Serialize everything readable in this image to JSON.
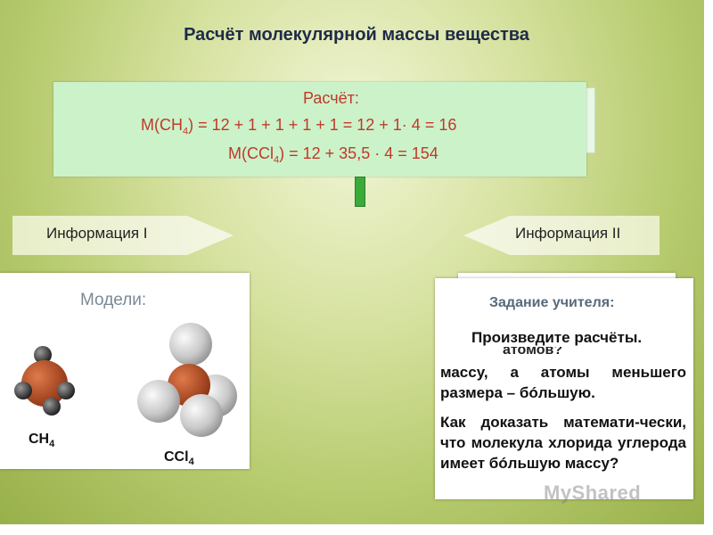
{
  "title": "Расчёт молекулярной массы вещества",
  "calc": {
    "label": "Расчёт:",
    "line1": {
      "pre": "M(CH",
      "sub": "4",
      "post": ") = 12 + 1 + 1 + 1 + 1 = 12 + 1· 4 = 16"
    },
    "line2": {
      "pre": "M(CCl",
      "sub": "4",
      "post": ") = 12 + 35,5 · 4 = 154"
    }
  },
  "info": {
    "left": "Информация I",
    "right": "Информация II"
  },
  "models": {
    "label": "Модели:",
    "ch4": {
      "pre": "CH",
      "sub": "4"
    },
    "ccl4": {
      "pre": "CCl",
      "sub": "4"
    }
  },
  "task": {
    "heading": "Задание учителя:",
    "ghost_text": "атомов?",
    "instruction": "Произведите расчёты.",
    "paragraph1": "массу, а атомы меньшего размера – бóльшую.",
    "paragraph2": "Как доказать математи-чески, что молекула хлорида углерода имеет бóльшую массу?"
  },
  "watermark": "MyShared",
  "colors": {
    "background": "#b7cb6f",
    "calc_box": "#ccf2c9",
    "calc_text": "#c0392b",
    "title": "#1f2a48",
    "carbon": "#c0522a",
    "hydrogen": "#444444",
    "chlorine": "#c8c8c8"
  }
}
